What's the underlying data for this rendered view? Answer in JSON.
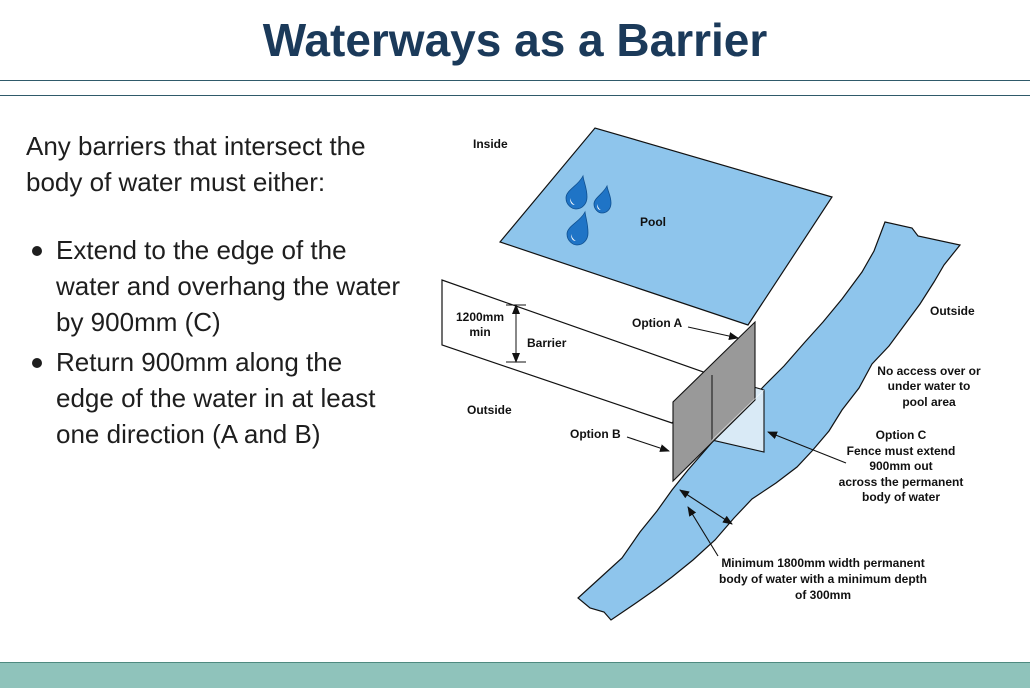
{
  "title": "Waterways as a Barrier",
  "intro": "Any barriers that intersect the body of water must either:",
  "bullets": [
    "Extend to the edge of the water and overhang the water by 900mm (C)",
    "Return 900mm along the edge of the water in at least one direction (A and B)"
  ],
  "diagram": {
    "inside_label": "Inside",
    "pool_label": "Pool",
    "outside_right_label": "Outside",
    "outside_left_label": "Outside",
    "height_label": [
      "1200mm",
      "min"
    ],
    "barrier_label": "Barrier",
    "option_a_label": "Option A",
    "option_b_label": "Option B",
    "no_access_label": [
      "No access over or",
      "under water to",
      "pool area"
    ],
    "option_c_label": [
      "Option C",
      "Fence must extend",
      "900mm out",
      "across the permanent",
      "body of water"
    ],
    "width_label": [
      "Minimum 1800mm width permanent",
      "body of water with a minimum depth",
      "of 300mm"
    ]
  },
  "colors": {
    "title": "#1b3a5a",
    "water": "#8ec5ec",
    "fence_dark": "#999999",
    "fence_light": "#d9eaf6",
    "footer": "#8fc3bb"
  }
}
